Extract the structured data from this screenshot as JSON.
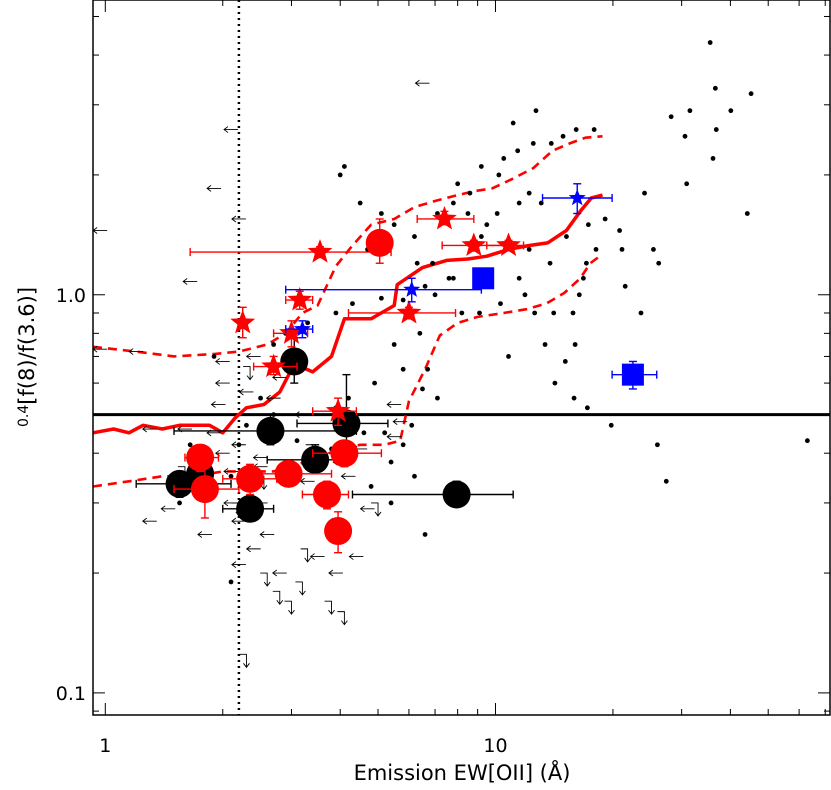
{
  "chart_data": {
    "type": "scatter",
    "title": "",
    "xlabel": "Emission EW[OII] (Å)",
    "ylabel_main": "[f(8)/f(3.6)]",
    "ylabel_sup": "0.4",
    "x_scale": "log",
    "y_scale": "log",
    "xlim": [
      0.93,
      72
    ],
    "ylim": [
      0.088,
      5.5
    ],
    "x_ticks": [
      {
        "value": 1,
        "label": "1"
      },
      {
        "value": 10,
        "label": "10"
      }
    ],
    "y_ticks": [
      {
        "value": 0.1,
        "label": "0.1"
      },
      {
        "value": 1.0,
        "label": "1.0"
      }
    ],
    "hline_y": 0.5,
    "vline_x": 2.2,
    "colors": {
      "black": "#000000",
      "red": "#ff0000",
      "blue": "#0000ff"
    },
    "small_points": [
      [
        35.5,
        4.3
      ],
      [
        28.2,
        2.8
      ],
      [
        31.5,
        2.9
      ],
      [
        40.1,
        2.9
      ],
      [
        45.2,
        3.2
      ],
      [
        36.6,
        3.3
      ],
      [
        36.8,
        2.6
      ],
      [
        30.6,
        2.5
      ],
      [
        36.1,
        2.2
      ],
      [
        44.2,
        1.6
      ],
      [
        30.9,
        1.9
      ],
      [
        24.1,
        1.8
      ],
      [
        21.1,
        1.3
      ],
      [
        25.4,
        1.3
      ],
      [
        26.2,
        1.2
      ],
      [
        17.9,
        2.6
      ],
      [
        16.1,
        2.6
      ],
      [
        14.9,
        2.5
      ],
      [
        13.9,
        2.4
      ],
      [
        12.7,
        2.9
      ],
      [
        11.1,
        2.7
      ],
      [
        12.5,
        2.4
      ],
      [
        11.4,
        2.3
      ],
      [
        10.5,
        2.2
      ],
      [
        9.2,
        2.1
      ],
      [
        10.2,
        2.0
      ],
      [
        12.2,
        1.8
      ],
      [
        13.1,
        1.7
      ],
      [
        11.5,
        1.7
      ],
      [
        10.1,
        1.6
      ],
      [
        9.5,
        1.5
      ],
      [
        9.2,
        1.4
      ],
      [
        8.6,
        1.8
      ],
      [
        8.5,
        1.6
      ],
      [
        7.8,
        1.7
      ],
      [
        7.1,
        1.6
      ],
      [
        6.2,
        1.4
      ],
      [
        5.5,
        1.5
      ],
      [
        5.1,
        1.6
      ],
      [
        4.5,
        1.7
      ],
      [
        4.0,
        2.0
      ],
      [
        4.7,
        1.3
      ],
      [
        6.3,
        1.2
      ],
      [
        7.8,
        1.1
      ],
      [
        8.8,
        1.3
      ],
      [
        9.5,
        1.1
      ],
      [
        11.5,
        1.1
      ],
      [
        12.2,
        1.3
      ],
      [
        13.8,
        1.2
      ],
      [
        15.2,
        1.4
      ],
      [
        16.4,
        1.0
      ],
      [
        17.3,
        1.5
      ],
      [
        15.8,
        0.9
      ],
      [
        14.1,
        0.9
      ],
      [
        12.6,
        0.9
      ],
      [
        11.9,
        1.0
      ],
      [
        10.3,
        0.95
      ],
      [
        9.1,
        0.9
      ],
      [
        8.2,
        0.9
      ],
      [
        6.4,
        0.8
      ],
      [
        5.5,
        0.75
      ],
      [
        5.8,
        0.65
      ],
      [
        4.9,
        0.6
      ],
      [
        4.2,
        0.55
      ],
      [
        3.9,
        0.52
      ],
      [
        4.1,
        0.48
      ],
      [
        4.6,
        0.45
      ],
      [
        5.2,
        0.45
      ],
      [
        6.1,
        0.47
      ],
      [
        5.8,
        0.42
      ],
      [
        5.4,
        0.38
      ],
      [
        4.8,
        0.33
      ],
      [
        5.4,
        0.3
      ],
      [
        6.2,
        0.35
      ],
      [
        6.6,
        0.25
      ],
      [
        3.6,
        0.4
      ],
      [
        3.4,
        0.39
      ],
      [
        3.8,
        0.41
      ],
      [
        3.1,
        0.43
      ],
      [
        2.7,
        0.5
      ],
      [
        2.5,
        0.55
      ],
      [
        2.3,
        0.47
      ],
      [
        2.2,
        0.42
      ],
      [
        2.1,
        0.35
      ],
      [
        2.7,
        0.75
      ],
      [
        2.9,
        0.8
      ],
      [
        3.3,
        0.85
      ],
      [
        3.9,
        0.9
      ],
      [
        4.3,
        0.95
      ],
      [
        5.1,
        0.98
      ],
      [
        5.8,
        0.97
      ],
      [
        6.6,
        1.05
      ],
      [
        16.0,
        0.75
      ],
      [
        15.1,
        0.68
      ],
      [
        14.2,
        0.6
      ],
      [
        15.9,
        0.55
      ],
      [
        17.2,
        0.52
      ],
      [
        19.8,
        0.47
      ],
      [
        26.0,
        0.42
      ],
      [
        27.4,
        0.34
      ],
      [
        21.5,
        1.05
      ],
      [
        23.6,
        0.9
      ],
      [
        19.1,
        1.55
      ],
      [
        20.8,
        1.45
      ],
      [
        18.1,
        1.3
      ],
      [
        17.1,
        1.2
      ],
      [
        16.8,
        1.1
      ],
      [
        13.4,
        0.75
      ],
      [
        10.8,
        0.7
      ],
      [
        6.7,
        0.65
      ],
      [
        6.5,
        0.58
      ],
      [
        7.1,
        0.55
      ],
      [
        1.65,
        0.42
      ],
      [
        1.75,
        0.38
      ],
      [
        1.5,
        0.33
      ],
      [
        1.55,
        0.3
      ],
      [
        2.1,
        0.19
      ],
      [
        4.1,
        2.1
      ],
      [
        6.9,
        1.2
      ],
      [
        7.6,
        1.1
      ],
      [
        7.0,
        1.0
      ],
      [
        63.0,
        0.43
      ],
      [
        1.9,
        0.7
      ],
      [
        8.0,
        1.9
      ]
    ],
    "upper_limits_left": [
      [
        6.5,
        3.4
      ],
      [
        2.1,
        2.6
      ],
      [
        1.9,
        1.85
      ],
      [
        0.97,
        1.45
      ],
      [
        1.65,
        1.08
      ],
      [
        2.2,
        1.55
      ],
      [
        0.97,
        0.73
      ],
      [
        1.2,
        0.72
      ],
      [
        1.95,
        0.53
      ],
      [
        2.4,
        0.7
      ],
      [
        2.0,
        0.6
      ],
      [
        2.3,
        0.57
      ],
      [
        2.7,
        0.55
      ],
      [
        1.3,
        0.46
      ],
      [
        1.6,
        0.46
      ],
      [
        1.9,
        0.45
      ],
      [
        2.2,
        0.42
      ],
      [
        2.5,
        0.39
      ],
      [
        2.1,
        0.36
      ],
      [
        2.5,
        0.37
      ],
      [
        2.9,
        0.35
      ],
      [
        3.3,
        0.34
      ],
      [
        1.5,
        0.33
      ],
      [
        1.8,
        0.31
      ],
      [
        2.1,
        0.3
      ],
      [
        2.5,
        0.3
      ],
      [
        1.45,
        0.29
      ],
      [
        2.2,
        0.27
      ],
      [
        2.6,
        0.25
      ],
      [
        1.8,
        0.25
      ],
      [
        2.4,
        0.23
      ],
      [
        3.5,
        0.22
      ],
      [
        3.9,
        0.2
      ],
      [
        4.4,
        0.22
      ],
      [
        5.7,
        0.48
      ],
      [
        5.5,
        0.44
      ],
      [
        4.5,
        0.41
      ],
      [
        4.0,
        0.38
      ],
      [
        4.2,
        0.35
      ],
      [
        2.0,
        0.68
      ],
      [
        2.8,
        0.62
      ],
      [
        3.2,
        0.5
      ],
      [
        5.5,
        0.53
      ],
      [
        2.2,
        0.21
      ],
      [
        2.8,
        0.2
      ],
      [
        1.3,
        0.27
      ],
      [
        2.0,
        0.4
      ],
      [
        1.7,
        0.36
      ],
      [
        4.7,
        0.29
      ],
      [
        3.9,
        0.27
      ]
    ],
    "upper_limits_down": [
      [
        2.3,
        0.125
      ],
      [
        3.0,
        0.17
      ],
      [
        3.2,
        0.19
      ],
      [
        3.8,
        0.17
      ],
      [
        4.1,
        0.16
      ],
      [
        3.3,
        0.23
      ],
      [
        2.6,
        0.2
      ],
      [
        2.8,
        0.18
      ],
      [
        2.2,
        0.3
      ],
      [
        2.55,
        0.35
      ],
      [
        3.4,
        0.42
      ],
      [
        4.1,
        0.5
      ],
      [
        2.35,
        0.66
      ],
      [
        1.6,
        0.37
      ],
      [
        5.0,
        0.3
      ]
    ],
    "red_solid_line": [
      [
        0.93,
        0.45
      ],
      [
        1.05,
        0.46
      ],
      [
        1.15,
        0.45
      ],
      [
        1.25,
        0.47
      ],
      [
        1.4,
        0.46
      ],
      [
        1.55,
        0.47
      ],
      [
        1.7,
        0.47
      ],
      [
        1.85,
        0.47
      ],
      [
        2.0,
        0.45
      ],
      [
        2.15,
        0.49
      ],
      [
        2.3,
        0.52
      ],
      [
        2.55,
        0.53
      ],
      [
        2.8,
        0.57
      ],
      [
        3.05,
        0.67
      ],
      [
        3.4,
        0.64
      ],
      [
        3.8,
        0.7
      ],
      [
        4.1,
        0.87
      ],
      [
        4.8,
        0.87
      ],
      [
        5.5,
        0.94
      ],
      [
        5.6,
        1.06
      ],
      [
        6.5,
        1.17
      ],
      [
        7.5,
        1.22
      ],
      [
        8.5,
        1.23
      ],
      [
        9.5,
        1.25
      ],
      [
        10.8,
        1.3
      ],
      [
        12.2,
        1.33
      ],
      [
        13.6,
        1.35
      ],
      [
        15.2,
        1.45
      ],
      [
        16.5,
        1.62
      ],
      [
        17.6,
        1.75
      ],
      [
        18.8,
        1.78
      ]
    ],
    "red_dashed_lower": [
      [
        0.93,
        0.33
      ],
      [
        1.15,
        0.34
      ],
      [
        1.4,
        0.35
      ],
      [
        1.7,
        0.35
      ],
      [
        2.0,
        0.36
      ],
      [
        2.3,
        0.36
      ],
      [
        2.7,
        0.36
      ],
      [
        3.0,
        0.37
      ],
      [
        3.5,
        0.39
      ],
      [
        4.0,
        0.41
      ],
      [
        4.5,
        0.42
      ],
      [
        5.2,
        0.42
      ],
      [
        5.7,
        0.43
      ],
      [
        6.0,
        0.54
      ],
      [
        6.6,
        0.65
      ],
      [
        7.2,
        0.79
      ],
      [
        8.0,
        0.85
      ],
      [
        9.0,
        0.88
      ],
      [
        10.5,
        0.9
      ],
      [
        12.0,
        0.92
      ],
      [
        13.5,
        0.95
      ],
      [
        15.0,
        1.01
      ],
      [
        16.5,
        1.1
      ],
      [
        17.5,
        1.2
      ],
      [
        18.5,
        1.25
      ]
    ],
    "red_dashed_upper": [
      [
        0.93,
        0.74
      ],
      [
        1.2,
        0.72
      ],
      [
        1.5,
        0.7
      ],
      [
        1.9,
        0.71
      ],
      [
        2.2,
        0.72
      ],
      [
        2.6,
        0.75
      ],
      [
        2.9,
        0.8
      ],
      [
        3.2,
        0.9
      ],
      [
        3.5,
        0.94
      ],
      [
        3.9,
        1.18
      ],
      [
        4.3,
        1.33
      ],
      [
        4.8,
        1.5
      ],
      [
        5.5,
        1.55
      ],
      [
        6.2,
        1.66
      ],
      [
        7.0,
        1.72
      ],
      [
        8.0,
        1.78
      ],
      [
        8.8,
        1.82
      ],
      [
        9.8,
        1.85
      ],
      [
        11.0,
        1.95
      ],
      [
        12.5,
        2.08
      ],
      [
        14.0,
        2.3
      ],
      [
        15.5,
        2.4
      ],
      [
        17.0,
        2.48
      ],
      [
        18.8,
        2.5
      ]
    ],
    "black_circles": [
      {
        "x": 1.55,
        "y": 0.335,
        "xerr": [
          1.2,
          2.1
        ],
        "yerr": [
          0.31,
          0.36
        ]
      },
      {
        "x": 1.75,
        "y": 0.355,
        "xerr": null,
        "yerr": null
      },
      {
        "x": 2.35,
        "y": 0.29,
        "xerr": [
          2.0,
          2.7
        ],
        "yerr": [
          0.27,
          0.31
        ]
      },
      {
        "x": 2.65,
        "y": 0.455,
        "xerr": [
          1.5,
          4.4
        ],
        "yerr": [
          0.42,
          0.5
        ]
      },
      {
        "x": 3.05,
        "y": 0.68,
        "xerr": null,
        "yerr": [
          0.6,
          0.78
        ]
      },
      {
        "x": 3.45,
        "y": 0.385,
        "xerr": [
          2.6,
          4.3
        ],
        "yerr": [
          0.36,
          0.42
        ]
      },
      {
        "x": 4.15,
        "y": 0.475,
        "xerr": [
          3.1,
          5.3
        ],
        "yerr": [
          0.4,
          0.63
        ]
      },
      {
        "x": 7.95,
        "y": 0.315,
        "xerr": [
          4.3,
          11.1
        ],
        "yerr": [
          0.295,
          0.34
        ]
      }
    ],
    "red_circles": [
      {
        "x": 1.75,
        "y": 0.39,
        "xerr": [
          1.6,
          1.95
        ],
        "yerr": [
          0.36,
          0.42
        ]
      },
      {
        "x": 1.8,
        "y": 0.325,
        "xerr": [
          1.5,
          2.2
        ],
        "yerr": [
          0.275,
          0.37
        ]
      },
      {
        "x": 2.35,
        "y": 0.345,
        "xerr": [
          2.0,
          2.75
        ],
        "yerr": [
          0.315,
          0.375
        ]
      },
      {
        "x": 2.95,
        "y": 0.355,
        "xerr": [
          2.2,
          3.8
        ],
        "yerr": [
          0.33,
          0.38
        ]
      },
      {
        "x": 3.7,
        "y": 0.315,
        "xerr": [
          3.2,
          4.2
        ],
        "yerr": [
          0.29,
          0.34
        ]
      },
      {
        "x": 4.1,
        "y": 0.4,
        "xerr": [
          3.4,
          5.1
        ],
        "yerr": [
          0.37,
          0.43
        ]
      },
      {
        "x": 3.95,
        "y": 0.255,
        "xerr": null,
        "yerr": [
          0.225,
          0.285
        ]
      },
      {
        "x": 5.05,
        "y": 1.35,
        "xerr": null,
        "yerr": [
          1.2,
          1.55
        ]
      }
    ],
    "red_stars": [
      {
        "x": 2.25,
        "y": 0.85,
        "xerr": null,
        "yerr": [
          0.78,
          0.93
        ]
      },
      {
        "x": 2.7,
        "y": 0.66,
        "xerr": [
          2.4,
          3.1
        ],
        "yerr": [
          0.63,
          0.7
        ]
      },
      {
        "x": 3.0,
        "y": 0.8,
        "xerr": [
          2.7,
          3.3
        ],
        "yerr": [
          0.74,
          0.86
        ]
      },
      {
        "x": 3.15,
        "y": 0.97,
        "xerr": [
          2.9,
          3.4
        ],
        "yerr": [
          0.92,
          1.02
        ]
      },
      {
        "x": 3.55,
        "y": 1.28,
        "xerr": [
          1.65,
          5.4
        ],
        "yerr": [
          1.24,
          1.32
        ]
      },
      {
        "x": 3.95,
        "y": 0.51,
        "xerr": [
          3.4,
          4.4
        ],
        "yerr": [
          0.47,
          0.55
        ]
      },
      {
        "x": 6.0,
        "y": 0.9,
        "xerr": [
          4.2,
          7.9
        ],
        "yerr": [
          0.87,
          0.93
        ]
      },
      {
        "x": 7.4,
        "y": 1.55,
        "xerr": [
          6.3,
          8.8
        ],
        "yerr": [
          1.5,
          1.62
        ]
      },
      {
        "x": 8.8,
        "y": 1.33,
        "xerr": [
          7.3,
          10.9
        ],
        "yerr": [
          1.29,
          1.37
        ]
      },
      {
        "x": 10.8,
        "y": 1.33,
        "xerr": [
          9.5,
          11.8
        ],
        "yerr": [
          1.29,
          1.37
        ]
      }
    ],
    "blue_stars": [
      {
        "x": 3.2,
        "y": 0.82,
        "xerr": [
          2.9,
          3.4
        ],
        "yerr": [
          0.78,
          0.86
        ]
      },
      {
        "x": 6.1,
        "y": 1.03,
        "xerr": [
          2.9,
          9.2
        ],
        "yerr": [
          0.96,
          1.1
        ]
      },
      {
        "x": 16.2,
        "y": 1.75,
        "xerr": [
          13.2,
          19.9
        ],
        "yerr": [
          1.6,
          1.9
        ]
      }
    ],
    "blue_squares": [
      {
        "x": 9.3,
        "y": 1.1,
        "xerr": null,
        "yerr": [
          1.07,
          1.13
        ]
      },
      {
        "x": 22.5,
        "y": 0.63,
        "xerr": [
          19.9,
          25.9
        ],
        "yerr": [
          0.58,
          0.68
        ]
      }
    ]
  }
}
